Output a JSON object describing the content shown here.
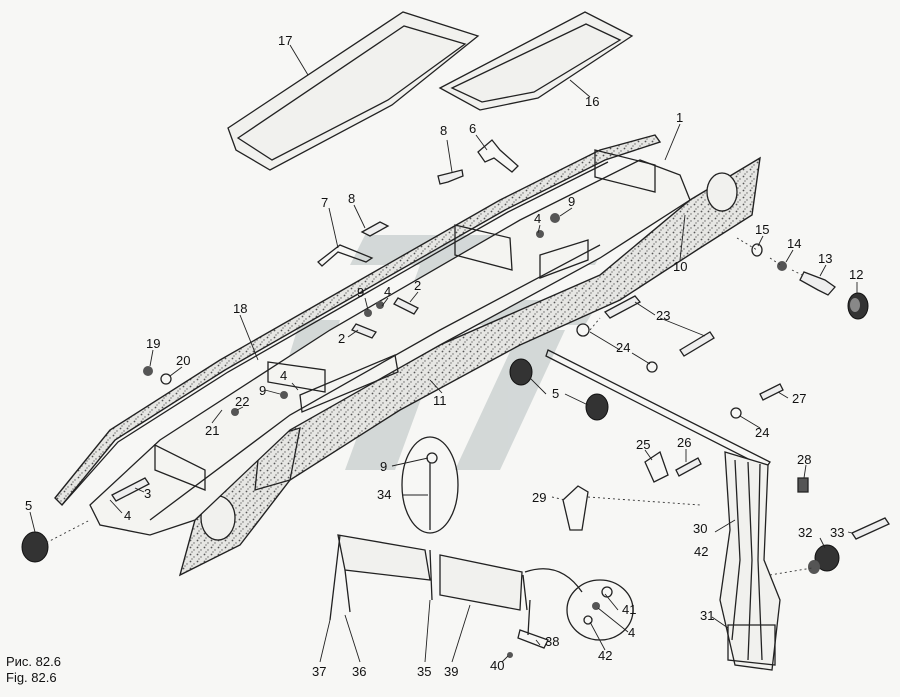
{
  "figure": {
    "caption_ru": "Рис. 82.6",
    "caption_en": "Fig. 82.6"
  },
  "callouts": [
    {
      "id": "c17",
      "text": "17"
    },
    {
      "id": "c16",
      "text": "16"
    },
    {
      "id": "c1",
      "text": "1"
    },
    {
      "id": "c8a",
      "text": "8"
    },
    {
      "id": "c6",
      "text": "6"
    },
    {
      "id": "c7",
      "text": "7"
    },
    {
      "id": "c8b",
      "text": "8"
    },
    {
      "id": "c4a",
      "text": "4"
    },
    {
      "id": "c9a",
      "text": "9"
    },
    {
      "id": "c10",
      "text": "10"
    },
    {
      "id": "c15",
      "text": "15"
    },
    {
      "id": "c14",
      "text": "14"
    },
    {
      "id": "c13",
      "text": "13"
    },
    {
      "id": "c12",
      "text": "12"
    },
    {
      "id": "c18",
      "text": "18"
    },
    {
      "id": "c9b",
      "text": "9"
    },
    {
      "id": "c4b",
      "text": "4"
    },
    {
      "id": "c2a",
      "text": "2"
    },
    {
      "id": "c2b",
      "text": "2"
    },
    {
      "id": "c23",
      "text": "23"
    },
    {
      "id": "c19",
      "text": "19"
    },
    {
      "id": "c20",
      "text": "20"
    },
    {
      "id": "c4c",
      "text": "4"
    },
    {
      "id": "c24a",
      "text": "24"
    },
    {
      "id": "c9c",
      "text": "9"
    },
    {
      "id": "c22",
      "text": "22"
    },
    {
      "id": "c11",
      "text": "11"
    },
    {
      "id": "c5a",
      "text": "5"
    },
    {
      "id": "c27",
      "text": "27"
    },
    {
      "id": "c21",
      "text": "21"
    },
    {
      "id": "c24b",
      "text": "24"
    },
    {
      "id": "c25",
      "text": "25"
    },
    {
      "id": "c26",
      "text": "26"
    },
    {
      "id": "c9d",
      "text": "9"
    },
    {
      "id": "c28",
      "text": "28"
    },
    {
      "id": "c3",
      "text": "3"
    },
    {
      "id": "c34",
      "text": "34"
    },
    {
      "id": "c29",
      "text": "29"
    },
    {
      "id": "c5b",
      "text": "5"
    },
    {
      "id": "c4d",
      "text": "4"
    },
    {
      "id": "c30",
      "text": "30"
    },
    {
      "id": "c42a",
      "text": "42"
    },
    {
      "id": "c32",
      "text": "32"
    },
    {
      "id": "c33",
      "text": "33"
    },
    {
      "id": "c41",
      "text": "41"
    },
    {
      "id": "c4e",
      "text": "4"
    },
    {
      "id": "c31",
      "text": "31"
    },
    {
      "id": "c38",
      "text": "38"
    },
    {
      "id": "c42b",
      "text": "42"
    },
    {
      "id": "c40",
      "text": "40"
    },
    {
      "id": "c37",
      "text": "37"
    },
    {
      "id": "c36",
      "text": "36"
    },
    {
      "id": "c35",
      "text": "35"
    },
    {
      "id": "c39",
      "text": "39"
    }
  ]
}
